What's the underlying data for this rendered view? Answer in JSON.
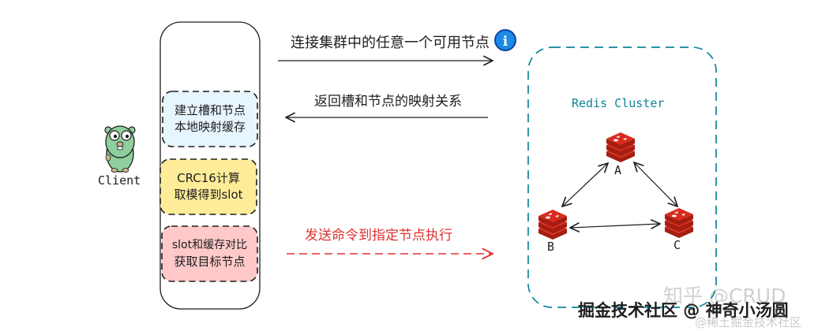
{
  "messages": {
    "connect": "连接集群中的任意一个可用节点",
    "return_mapping": "返回槽和节点的映射关系",
    "send_command": "发送命令到指定节点执行"
  },
  "client": {
    "label": "Client"
  },
  "steps": [
    {
      "line1": "建立槽和节点",
      "line2": "本地映射缓存",
      "fill": "#e7f5ff"
    },
    {
      "line1": "CRC16计算",
      "line2": "取模得到slot",
      "fill": "#ffec99"
    },
    {
      "line1": "slot和缓存对比",
      "line2": "获取目标节点",
      "fill": "#ffc9c9"
    }
  ],
  "cluster": {
    "title": "Redis Cluster",
    "nodes": {
      "a": "A",
      "b": "B",
      "c": "C"
    }
  },
  "watermarks": {
    "zhihu": "知乎 @CRUD",
    "juejin": "掘金技术社区 @ 神奇小汤圆",
    "juejin_faint": "@稀土掘金技术社区"
  },
  "colors": {
    "stroke": "#1e1e1e",
    "cluster_border": "#0c8599",
    "cluster_title": "#0c8599",
    "command_arrow": "#e03131",
    "command_text": "#e03131",
    "redis_red": "#d82c20",
    "gopher": "#8fcf9f"
  },
  "icons": {
    "info": "info-icon",
    "client": "gopher-icon",
    "node": "redis-icon"
  }
}
